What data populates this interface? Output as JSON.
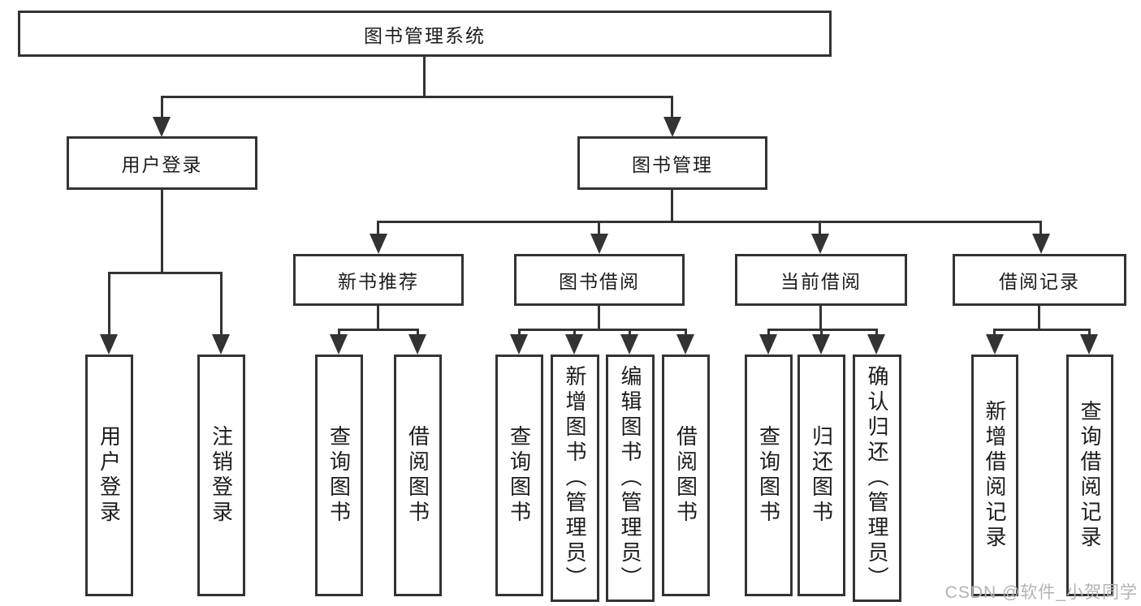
{
  "diagram": {
    "root": "图书管理系统",
    "level2": {
      "user_login": "用户登录",
      "book_management": "图书管理"
    },
    "level3": {
      "new_book": "新书推荐",
      "book_borrow": "图书借阅",
      "current_borrow": "当前借阅",
      "borrow_record": "借阅记录"
    },
    "leaves": {
      "user_login": [
        "用户登录",
        "注销登录"
      ],
      "new_book": [
        "查询图书",
        "借阅图书"
      ],
      "book_borrow": [
        "查询图书",
        "新增图书（管理员）",
        "编辑图书（管理员）",
        "借阅图书"
      ],
      "current_borrow": [
        "查询图书",
        "归还图书",
        "确认归还（管理员）"
      ],
      "borrow_record": [
        "新增借阅记录",
        "查询借阅记录"
      ]
    },
    "watermark": "CSDN @软件_小贺同学"
  },
  "colors": {
    "line": "#333333",
    "text": "#1c1c1c",
    "background": "#ffffff",
    "watermark": "#b3b3b3"
  }
}
